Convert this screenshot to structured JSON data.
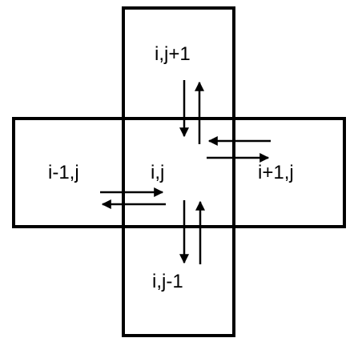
{
  "diagram": {
    "cells": {
      "top": "i,j+1",
      "left": "i-1,j",
      "center": "i,j",
      "right": "i+1,j",
      "bottom": "i,j-1"
    },
    "colors": {
      "stroke": "#000000",
      "background": "#ffffff"
    }
  }
}
